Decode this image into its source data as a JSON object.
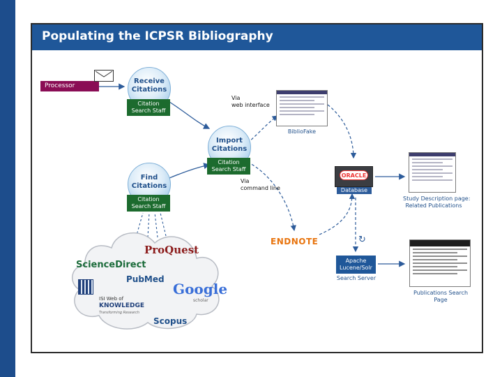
{
  "title": "Populating the ICPSR Bibliography",
  "processor": "Processor",
  "nodes": {
    "receive": {
      "label_line1": "Receive",
      "label_line2": "Citations",
      "staff_line1": "Citation",
      "staff_line2": "Search Staff"
    },
    "import": {
      "label_line1": "Import",
      "label_line2": "Citations",
      "staff_line1": "Citation",
      "staff_line2": "Search Staff"
    },
    "find": {
      "label_line1": "Find",
      "label_line2": "Citations",
      "staff_line1": "Citation",
      "staff_line2": "Search Staff"
    }
  },
  "notes": {
    "via_web_line1": "Via",
    "via_web_line2": "web interface",
    "via_cmd_line1": "Via",
    "via_cmd_line2": "command line"
  },
  "biblio_fake": "BiblioFake",
  "database": {
    "logo": "ORACLE",
    "label": "Database"
  },
  "endnote": "ENDNOTE",
  "search_server": {
    "line1": "Apache",
    "line2": "Lucene/Solr",
    "caption": "Search Server"
  },
  "study_page": {
    "line1": "Study Description page:",
    "line2": "Related Publications"
  },
  "pub_search": {
    "line1": "Publications Search",
    "line2": "Page"
  },
  "sources": {
    "proquest": "ProQuest",
    "sciencedirect": "ScienceDirect",
    "pubmed": "PubMed",
    "google": "Google",
    "google_sub": "scholar",
    "isi_line1": "ISI Web of",
    "isi_line2": "KNOWLEDGE",
    "isi_tagline": "Transforming Research",
    "scopus": "Scopus"
  },
  "colors": {
    "title_bar": "#1f5799",
    "processor": "#8a0d55",
    "staff": "#1c6b2e",
    "endnote": "#e8740e",
    "arrow": "#2c5b9a"
  }
}
